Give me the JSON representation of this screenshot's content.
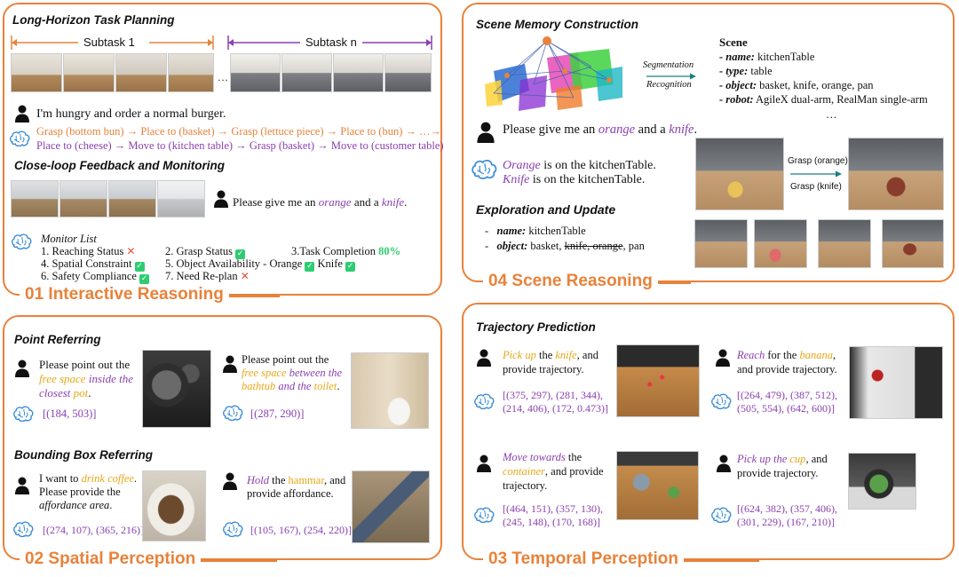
{
  "panel1": {
    "title": "01 Interactive Reasoning",
    "sec1": "Long-Horizon Task Planning",
    "subtask1": "Subtask 1",
    "subtaskn": "Subtask n",
    "ellipsis": "…",
    "user_text": "I'm hungry and order a normal burger.",
    "plan_line1": "Grasp (bottom bun) → Place to (basket) → Grasp (lettuce piece) → Place to (bun) → …→",
    "plan_line2": "Place to (cheese) → Move to (kitchen table) → Grasp (basket) → Move to (customer table)",
    "sec2": "Close-loop Feedback and Monitoring",
    "fb_pre": "Please give me an",
    "fb_orange": "orange",
    "fb_and": "and a",
    "fb_knife": "knife",
    "fb_end": ".",
    "monitor_title": "Monitor List",
    "m1": "1. Reaching Status",
    "m2": "2. Grasp Status",
    "m3": "3.Task Completion",
    "m3_val": "80%",
    "m4": "4. Spatial Constraint",
    "m5": "5. Object Availability - Orange",
    "m5b": "Knife",
    "m6": "6. Safety Compliance",
    "m7": "7. Need Re-plan"
  },
  "panel2": {
    "title": "02 Spatial Perception",
    "sec1": "Point Referring",
    "q1_a": "Please point out the",
    "q1_b": "free space",
    "q1_c": "inside",
    "q1_d": "the closest",
    "q1_e": "pot",
    "q1_f": ".",
    "a1": "[(184, 503)]",
    "q2_a": "Please point out the",
    "q2_b": "free space",
    "q2_c": "between the",
    "q2_d": "bathtub",
    "q2_e": "and the",
    "q2_f": "toilet",
    "q2_g": ".",
    "a2": "[(287, 290)]",
    "sec2": "Bounding Box Referring",
    "q3_a": "I want to",
    "q3_b": "drink",
    "q3_c": "coffee",
    "q3_d": ".",
    "q3_e": "Please provide the",
    "q3_f": "affordance area",
    "q3_g": ".",
    "a3": "[(274, 107), (365, 216)]",
    "q4_a": "Hold",
    "q4_b": "the",
    "q4_c": "hammar",
    "q4_d": ", and",
    "q4_e": "provide affordance.",
    "a4": "[(105, 167), (254, 220)]"
  },
  "panel3": {
    "title": "03 Temporal Perception",
    "sec1": "Trajectory Prediction",
    "t1_a": "Pick up",
    "t1_b": "the",
    "t1_c": "knife",
    "t1_d": ", and",
    "t1_e": "provide trajectory.",
    "t1_ans1": "[(375, 297), (281, 344),",
    "t1_ans2": "(214, 406), (172, 0.473)]",
    "t2_a": "Reach",
    "t2_b": "for the",
    "t2_c": "banana",
    "t2_d": ",",
    "t2_e": "and provide trajectory.",
    "t2_ans1": "[(264, 479), (387, 512),",
    "t2_ans2": "(505, 554), (642, 600)]",
    "t3_a": "Move towards",
    "t3_b": "the",
    "t3_c": "container",
    "t3_d": ", and provide",
    "t3_e": "trajectory.",
    "t3_ans1": "[(464, 151), (357, 130),",
    "t3_ans2": "(245, 148), (170, 168)]",
    "t4_a": "Pick up",
    "t4_b": "the",
    "t4_c": "cup",
    "t4_d": ", and",
    "t4_e": "provide trajectory.",
    "t4_ans1": "[(624, 382), (357, 406),",
    "t4_ans2": "(301, 229), (167, 210)]"
  },
  "panel4": {
    "title": "04 Scene Reasoning",
    "sec1": "Scene Memory Construction",
    "seg": "Segmentation",
    "rec": "Recognition",
    "scene_title": "Scene",
    "s_name_k": "- name:",
    "s_name_v": "kitchenTable",
    "s_type_k": "- type:",
    "s_type_v": "table",
    "s_obj_k": "- object:",
    "s_obj_v": "basket, knife, orange, pan",
    "s_robot_k": "- robot:",
    "s_robot_v": "AgileX dual-arm, RealMan single-arm",
    "s_more": "…",
    "q_pre": "Please give me an",
    "q_orange": "orange",
    "q_and": "and a",
    "q_knife": "knife",
    "q_end": ".",
    "r1_a": "Orange",
    "r1_b": "is on the kitchenTable.",
    "r2_a": "Knife",
    "r2_b": "is on the kitchenTable.",
    "sec2": "Exploration and Update",
    "u_name_k": "name:",
    "u_name_v": "kitchenTable",
    "u_obj_k": "object:",
    "u_obj_v1": "basket,",
    "u_obj_strike": "knife, orange",
    "u_obj_v2": ", pan",
    "grasp1": "Grasp (orange)",
    "grasp2": "Grasp (knife)"
  },
  "colors": {
    "accent": "#e8823a",
    "purple": "#8a3fb0",
    "yellow": "#e6a817",
    "green": "#2ecc71",
    "red": "#e74c3c"
  }
}
